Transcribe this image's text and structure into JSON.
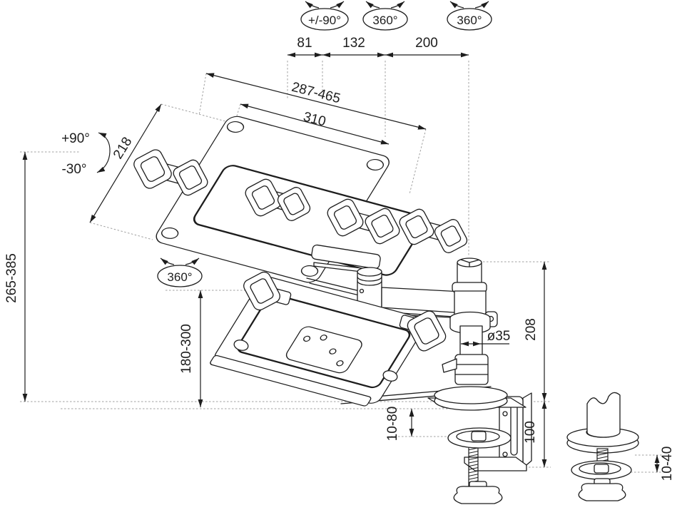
{
  "drawing": "desk-mount laptop arm dimension diagram",
  "colors": {
    "line": "#1d1d1d",
    "dotted": "#a0a0a0",
    "bg": "#ffffff"
  },
  "rotation_badges": {
    "arm_swivel": "+/-90°",
    "elbow_swivel": "360°",
    "pole_swivel": "360°",
    "tray_swivel": "360°"
  },
  "tilt": {
    "up": "+90°",
    "down": "-30°"
  },
  "dimensions": {
    "chain": [
      "81",
      "132",
      "200"
    ],
    "tray_width_range": "287-465",
    "plate_width": "310",
    "tray_depth": "218",
    "height_range_upper": "265-385",
    "height_range_lower": "180-300",
    "pole_diameter": "ø35",
    "pole_height": "208",
    "desk_thickness_clamp": "10-80",
    "clamp_bracket_height": "100",
    "grommet_thickness": "10-40"
  }
}
